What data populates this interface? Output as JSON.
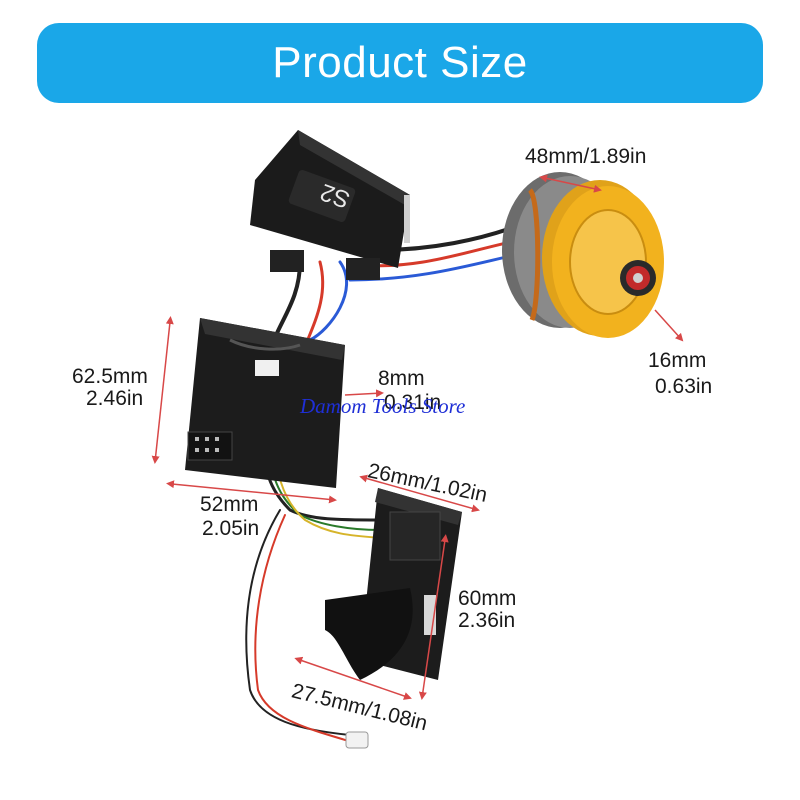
{
  "banner": {
    "title": "Product Size"
  },
  "dimensions": {
    "motor_width": "48mm/1.89in",
    "shaft_mm": "16mm",
    "shaft_in": "0.63in",
    "board_height_mm": "62.5mm",
    "board_height_in": "2.46in",
    "board_thickness_mm": "8mm",
    "board_thickness_in": "0.31in",
    "board_width_mm": "52mm",
    "board_width_in": "2.05in",
    "switch_width": "26mm/1.02in",
    "switch_height_mm": "60mm",
    "switch_height_in": "2.36in",
    "switch_depth": "27.5mm/1.08in"
  },
  "watermark": "Damom Tools Store",
  "colors": {
    "banner": "#1aa7e8",
    "motor": "#f2b21e",
    "housing": "#1b1b1b",
    "arrow": "#d84848",
    "watermark": "#1f2fd6"
  }
}
